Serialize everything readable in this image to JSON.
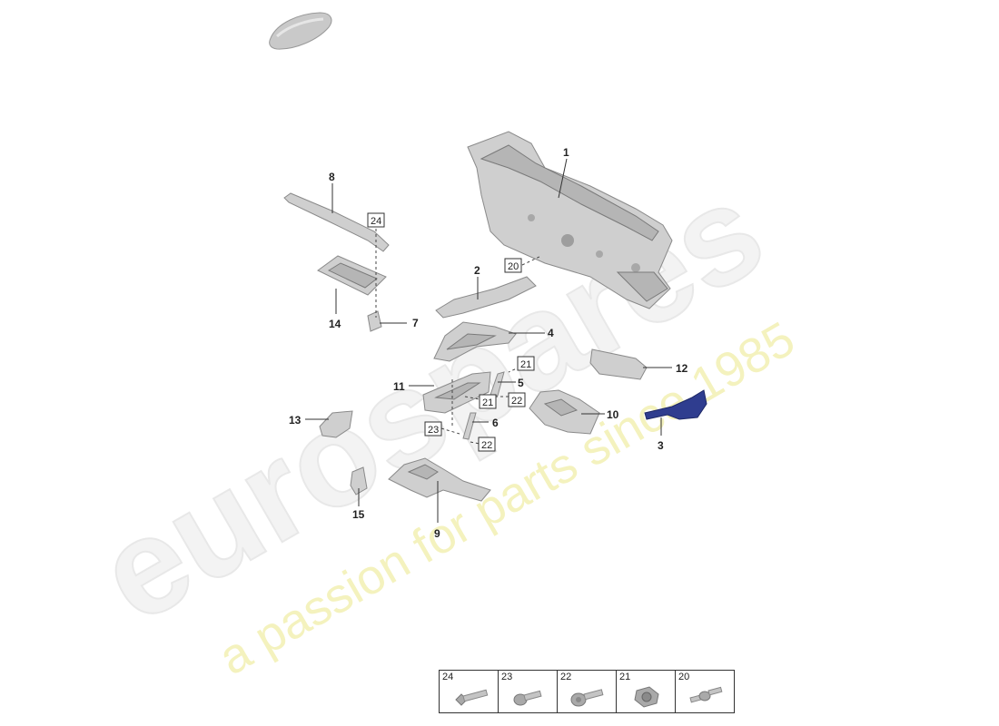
{
  "watermark": {
    "brand": "eurospares",
    "tagline": "a passion for parts since 1985"
  },
  "callouts": {
    "c1": "1",
    "c2": "2",
    "c3": "3",
    "c4": "4",
    "c5": "5",
    "c6": "6",
    "c7": "7",
    "c8": "8",
    "c9": "9",
    "c10": "10",
    "c11": "11",
    "c12": "12",
    "c13": "13",
    "c14": "14",
    "c15": "15"
  },
  "boxed_refs": {
    "b24": "24",
    "b20": "20",
    "b21a": "21",
    "b21b": "21",
    "b22a": "22",
    "b22b": "22",
    "b23": "23"
  },
  "fasteners": [
    {
      "number": "24",
      "icon": "bolt-long-icon"
    },
    {
      "number": "23",
      "icon": "bolt-short-icon"
    },
    {
      "number": "22",
      "icon": "flange-bolt-icon"
    },
    {
      "number": "21",
      "icon": "hex-nut-icon"
    },
    {
      "number": "20",
      "icon": "stud-bolt-icon"
    }
  ]
}
